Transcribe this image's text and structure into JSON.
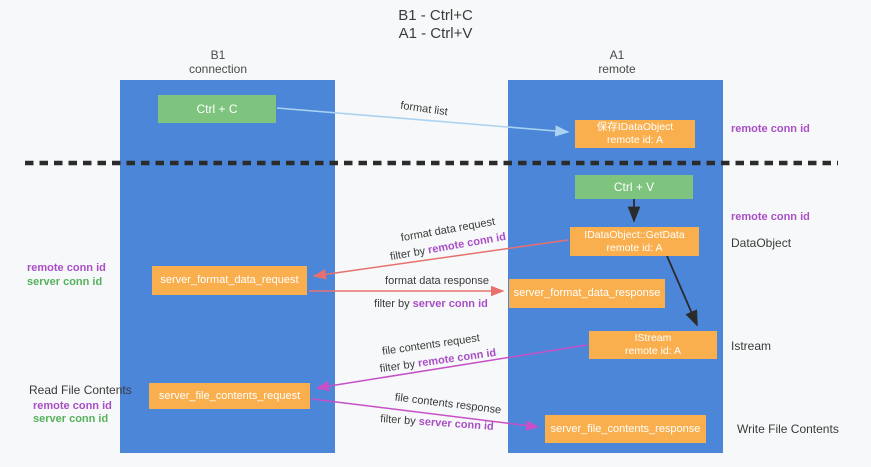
{
  "title": {
    "line1": "B1 - Ctrl+C",
    "line2": "A1 - Ctrl+V"
  },
  "headers": {
    "left": {
      "line1": "B1",
      "line2": "connection"
    },
    "right": {
      "line1": "A1",
      "line2": "remote"
    }
  },
  "boxes": {
    "ctrl_c": {
      "label": "Ctrl + C"
    },
    "save_dataobject": {
      "line1": "保存IDataObject",
      "line2": "remote id: A"
    },
    "ctrl_v": {
      "label": "Ctrl + V"
    },
    "getdata": {
      "line1": "IDataObject::GetData",
      "line2": "remote id: A"
    },
    "format_request": {
      "label": "server_format_data_request"
    },
    "format_response": {
      "label": "server_format_data_response"
    },
    "istream": {
      "line1": "IStream",
      "line2": "remote id: A"
    },
    "file_request": {
      "label": "server_file_contents_request"
    },
    "file_response": {
      "label": "server_file_contents_response"
    }
  },
  "side_labels": {
    "right_remote_conn_top": "remote conn id",
    "right_remote_conn_mid": "remote conn id",
    "dataobject": "DataObject",
    "istream": "Istream",
    "write_file_contents": "Write File Contents",
    "left_remote_conn_1": "remote conn id",
    "left_server_conn_1": "server conn id",
    "read_file_contents": "Read File Contents",
    "left_remote_conn_2": "remote conn id",
    "left_server_conn_2": "server conn id"
  },
  "arrow_labels": {
    "format_list": "format list",
    "format_data_request": "format data request",
    "filter_by_1": "filter by",
    "filter_val_1": "remote conn id",
    "format_data_response": "format data response",
    "filter_by_2": "filter by",
    "filter_val_2": "server conn id",
    "file_contents_request": "file contents request",
    "filter_by_3": "filter by",
    "filter_val_3": "remote conn id",
    "file_contents_response": "file contents response",
    "filter_by_4": "filter by",
    "filter_val_4": "server conn id"
  },
  "colors": {
    "column_blue": "#4c86d9",
    "box_green": "#7ec47e",
    "box_orange": "#f9af4e",
    "arrow_lightblue": "#a9d3f0",
    "arrow_salmon": "#e8706f",
    "arrow_magenta": "#c750c7",
    "arrow_black": "#2b2b2b",
    "text_purple": "#a94fc6",
    "text_green": "#56b15c"
  }
}
